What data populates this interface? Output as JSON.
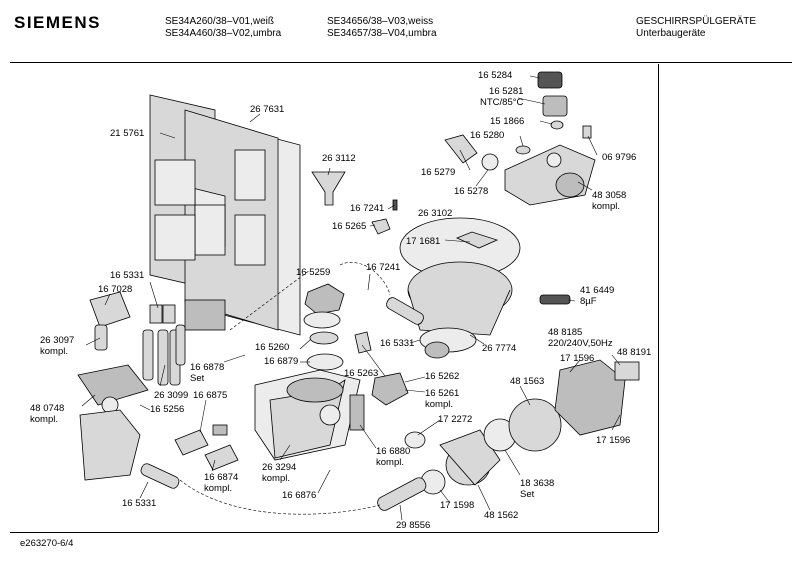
{
  "header": {
    "brand": "SIEMENS",
    "models_col1": [
      "SE34A260/38–V01,weiß",
      "SE34A460/38–V02,umbra"
    ],
    "models_col2": [
      "SE34656/38–V03,weiss",
      "SE34657/38–V04,umbra"
    ],
    "category": [
      "GESCHIRRSPÜLGERÄTE",
      "Unterbaugeräte"
    ]
  },
  "callouts": [
    {
      "id": "165284",
      "lines": [
        "16 5284"
      ]
    },
    {
      "id": "165281",
      "lines": [
        "16 5281",
        "NTC/85°C"
      ]
    },
    {
      "id": "151866",
      "lines": [
        "15 1866"
      ]
    },
    {
      "id": "165280",
      "lines": [
        "16 5280"
      ]
    },
    {
      "id": "069796",
      "lines": [
        "06 9796"
      ]
    },
    {
      "id": "165279",
      "lines": [
        "16 5279"
      ]
    },
    {
      "id": "165278",
      "lines": [
        "16 5278"
      ]
    },
    {
      "id": "483058",
      "lines": [
        "48 3058",
        "kompl."
      ]
    },
    {
      "id": "267631",
      "lines": [
        "26 7631"
      ]
    },
    {
      "id": "215761",
      "lines": [
        "21 5761"
      ]
    },
    {
      "id": "263112",
      "lines": [
        "26 3112"
      ]
    },
    {
      "id": "167241a",
      "lines": [
        "16 7241"
      ]
    },
    {
      "id": "165265",
      "lines": [
        "16 5265"
      ]
    },
    {
      "id": "263102",
      "lines": [
        "26 3102"
      ]
    },
    {
      "id": "171681",
      "lines": [
        "17 1681"
      ]
    },
    {
      "id": "165259",
      "lines": [
        "16 5259"
      ]
    },
    {
      "id": "167241b",
      "lines": [
        "16 7241"
      ]
    },
    {
      "id": "165331a",
      "lines": [
        "16 5331"
      ]
    },
    {
      "id": "167028",
      "lines": [
        "16 7028"
      ]
    },
    {
      "id": "416449",
      "lines": [
        "41 6449",
        "8µF"
      ]
    },
    {
      "id": "263097",
      "lines": [
        "26 3097",
        "kompl."
      ]
    },
    {
      "id": "488185",
      "lines": [
        "48 8185",
        "220/240V,50Hz"
      ]
    },
    {
      "id": "488191",
      "lines": [
        "48 8191"
      ]
    },
    {
      "id": "171596a",
      "lines": [
        "17 1596"
      ]
    },
    {
      "id": "165331b",
      "lines": [
        "16 5331"
      ]
    },
    {
      "id": "267774",
      "lines": [
        "26 7774"
      ]
    },
    {
      "id": "165260",
      "lines": [
        "16 5260"
      ]
    },
    {
      "id": "166878",
      "lines": [
        "16 6878",
        "Set"
      ]
    },
    {
      "id": "166879",
      "lines": [
        "16 6879"
      ]
    },
    {
      "id": "165263",
      "lines": [
        "16 5263"
      ]
    },
    {
      "id": "165262",
      "lines": [
        "16 5262"
      ]
    },
    {
      "id": "481563",
      "lines": [
        "48 1563"
      ]
    },
    {
      "id": "263099",
      "lines": [
        "26 3099"
      ]
    },
    {
      "id": "165261",
      "lines": [
        "16 5261",
        "kompl."
      ]
    },
    {
      "id": "480748",
      "lines": [
        "48 0748",
        "kompl."
      ]
    },
    {
      "id": "165256",
      "lines": [
        "16 5256"
      ]
    },
    {
      "id": "166875",
      "lines": [
        "16 6875"
      ]
    },
    {
      "id": "171596b",
      "lines": [
        "17 1596"
      ]
    },
    {
      "id": "172272",
      "lines": [
        "17 2272"
      ]
    },
    {
      "id": "166880",
      "lines": [
        "16 6880",
        "kompl."
      ]
    },
    {
      "id": "263294",
      "lines": [
        "26 3294",
        "kompl."
      ]
    },
    {
      "id": "166874",
      "lines": [
        "16 6874",
        "kompl."
      ]
    },
    {
      "id": "183638",
      "lines": [
        "18 3638",
        "Set"
      ]
    },
    {
      "id": "166876",
      "lines": [
        "16 6876"
      ]
    },
    {
      "id": "171598",
      "lines": [
        "17 1598"
      ]
    },
    {
      "id": "481562",
      "lines": [
        "48 1562"
      ]
    },
    {
      "id": "165331c",
      "lines": [
        "16 5331"
      ]
    },
    {
      "id": "298556",
      "lines": [
        "29 8556"
      ]
    }
  ],
  "footer": {
    "drawing_id": "e263270-6/4"
  }
}
